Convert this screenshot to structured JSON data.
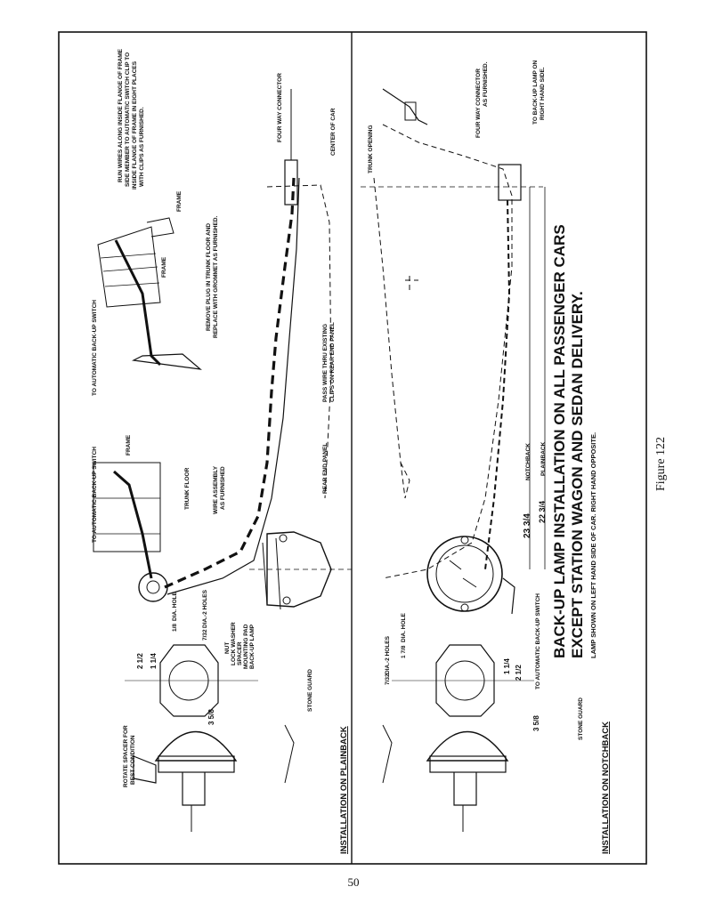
{
  "page": {
    "number": "50",
    "figure": "Figure 122"
  },
  "title": {
    "line1": "BACK-UP LAMP INSTALLATION ON ALL PASSENGER CARS",
    "line2": "EXCEPT STATION WAGON AND SEDAN DELIVERY.",
    "note": "LAMP SHOWN ON LEFT HAND SIDE OF CAR.  RIGHT HAND OPPOSITE."
  },
  "panels": {
    "plainback": "INSTALLATION  ON  PLAINBACK",
    "notchback": "INSTALLATION  ON  NOTCHBACK"
  },
  "labels": {
    "run_wires_1": "RUN WIRES ALONG INSIDE FLANGE OF FRAME",
    "run_wires_2": "SIDE MEMBER TO AUTOMATIC SWITCH CLIP TO",
    "run_wires_3": "INSIDE FLANGE OF FRAME IN EIGHT PLACES",
    "run_wires_4": "WITH CLIPS AS FURNISHED.",
    "frame_top": "FRAME",
    "frame_mid": "FRAME",
    "frame_left": "FRAME",
    "four_way_top": "FOUR WAY CONNECTOR",
    "center_of_car": "CENTER OF CAR",
    "remove_plug_1": "REMOVE PLUG IN TRUNK FLOOR AND",
    "remove_plug_2": "REPLACE WITH GROMMET AS FURNISHED.",
    "to_auto_switch_top": "TO AUTOMATIC BACK-UP SWITCH",
    "to_auto_switch_mid": "TO AUTOMATIC BACK-UP SWITCH",
    "pass_wire_1": "PASS WIRE THRU EXISTING",
    "pass_wire_2": "CLIPS ON REAR END PANEL",
    "trunk_floor": "TRUNK FLOOR",
    "wire_assembly_1": "WIRE ASSEMBLY",
    "wire_assembly_2": "AS FURNISHED",
    "rear_end_panel": "REAR END PANEL",
    "trunk_opening": "TRUNK OPENING",
    "four_way_right_1": "FOUR WAY CONNECTOR",
    "four_way_right_2": "AS FURNISHED.",
    "to_backup_lamp_1": "TO BACK-UP LAMP ON",
    "to_backup_lamp_2": "RIGHT HAND SIDE.",
    "dia_hole_top": "DIA. HOLE",
    "dia_hole_top_frac": "1/8",
    "dia_2holes_top": "DIA.-2 HOLES",
    "dia_2holes_top_frac": "7/32",
    "nut": "NUT",
    "lock_washer": "LOCK WASHER",
    "spacer": "SPACER",
    "mounting_pad": "MOUNTING PAD",
    "back_up_lamp": "BACK-UP LAMP",
    "stone_guard_top": "STONE GUARD",
    "stone_guard_bottom": "STONE GUARD",
    "rotate_spacer_1": "ROTATE SPACER FOR",
    "rotate_spacer_2": "BEST CONDITION",
    "dim_1_1_4_top": "1 1/4",
    "dim_2_1_2_top": "2 1/2",
    "dim_3_5_8_top": "3 5/8",
    "dia_2holes_bot": "DIA.-2 HOLES",
    "dia_2holes_bot_frac": "7/32",
    "dia_hole_bot": "DIA. HOLE",
    "dia_hole_bot_frac": "1 7/8",
    "dim_1_1_4_bot": "1 1/4",
    "dim_2_1_2_bot": "2 1/2",
    "dim_3_5_8_bot": "3 5/8",
    "notchback_dim_label": "NOTCHBACK",
    "notchback_dim": "23 3/4",
    "plainback_dim_label": "PLAINBACK",
    "plainback_dim": "22 3/4"
  }
}
